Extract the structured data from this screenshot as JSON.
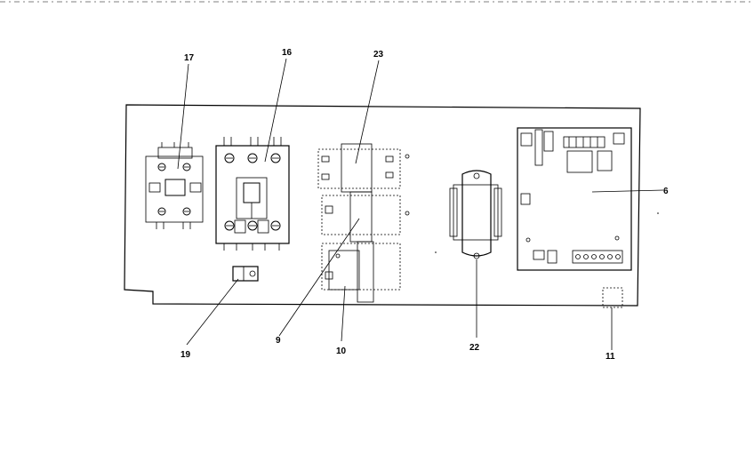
{
  "header": {
    "left_text": "",
    "right_text": ""
  },
  "callouts": [
    {
      "id": "c17",
      "label": "17"
    },
    {
      "id": "c16",
      "label": "16"
    },
    {
      "id": "c23",
      "label": "23"
    },
    {
      "id": "c6",
      "label": "6"
    },
    {
      "id": "c19",
      "label": "19"
    },
    {
      "id": "c9",
      "label": "9"
    },
    {
      "id": "c10",
      "label": "10"
    },
    {
      "id": "c22",
      "label": "22"
    },
    {
      "id": "c11",
      "label": "11"
    }
  ]
}
